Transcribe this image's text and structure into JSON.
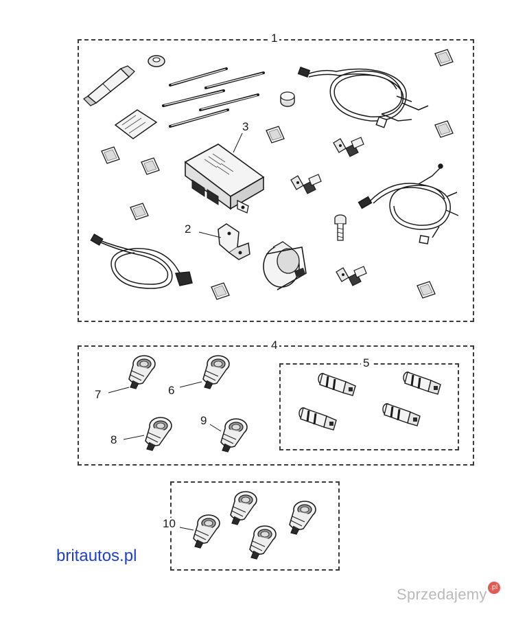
{
  "callouts": {
    "c1": "1",
    "c2": "2",
    "c3": "3",
    "c4": "4",
    "c5": "5",
    "c6": "6",
    "c7": "7",
    "c8": "8",
    "c9": "9",
    "c10": "10"
  },
  "footer": {
    "site_label": "britautos.pl",
    "watermark": "Sprzedajemy",
    "watermark_badge": ".pl"
  },
  "colors": {
    "line": "#1a1a1a",
    "site_label": "#1f3fd0",
    "watermark": "#b9b9b9",
    "watermark_badge": "#e25a4f"
  }
}
